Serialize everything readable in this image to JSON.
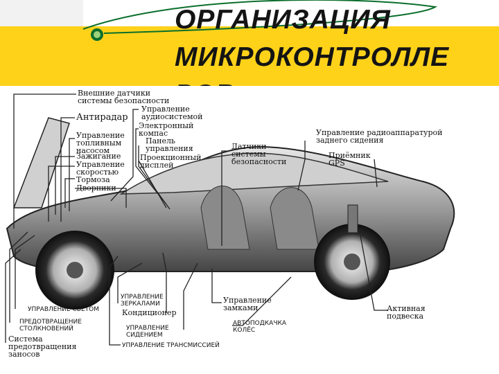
{
  "title": {
    "line1": "ОРГАНИЗАЦИЯ",
    "line2": "МИКРОКОНТРОЛЛЕ",
    "line3": "РОВ"
  },
  "labels": {
    "external_sensors": "Внешние датчики\nсистемы безопасности",
    "audio_control": "Управление\nаудиосистемой",
    "antiradar": "Антирадар",
    "compass": "Электронный\nкомпас",
    "fuel_pump": "Управление\nтопливным\nнасосом",
    "panel_control": "Панель\nуправления",
    "ignition": "Зажигание",
    "speed_control": "Управление\nскоростью",
    "hud": "Проекционный\nдисплей",
    "brakes": "Тормоза",
    "wipers": "Дворники",
    "safety_sensors": "Датчики\nсистемы\nбезопасности",
    "rear_radio": "Управление радиоаппаратурой\nзаднего сидения",
    "gps": "Приёмник\nGPS",
    "mirrors": "УПРАВЛЕНИЕ\nЗЕРКАЛАМИ",
    "locks": "Управление\nзамками",
    "lights": "УПРАВЛЕНИЕ СВЕТОМ",
    "conditioner": "Кондиционер",
    "suspension": "Активная\nподвеска",
    "collision": "ПРЕДОТВРАЩЕНИЕ\nСТОЛКНОВЕНИЙ",
    "seats": "УПРАВЛЕНИЕ\nСИДЕНИЕМ",
    "autolift": "АВТОПОДКАЧКА\nКОЛЁС",
    "antiskid": "Система\nпредотвращения\nзаносов",
    "transmission": "УПРАВЛЕНИЕ ТРАНСМИССИЕЙ"
  }
}
